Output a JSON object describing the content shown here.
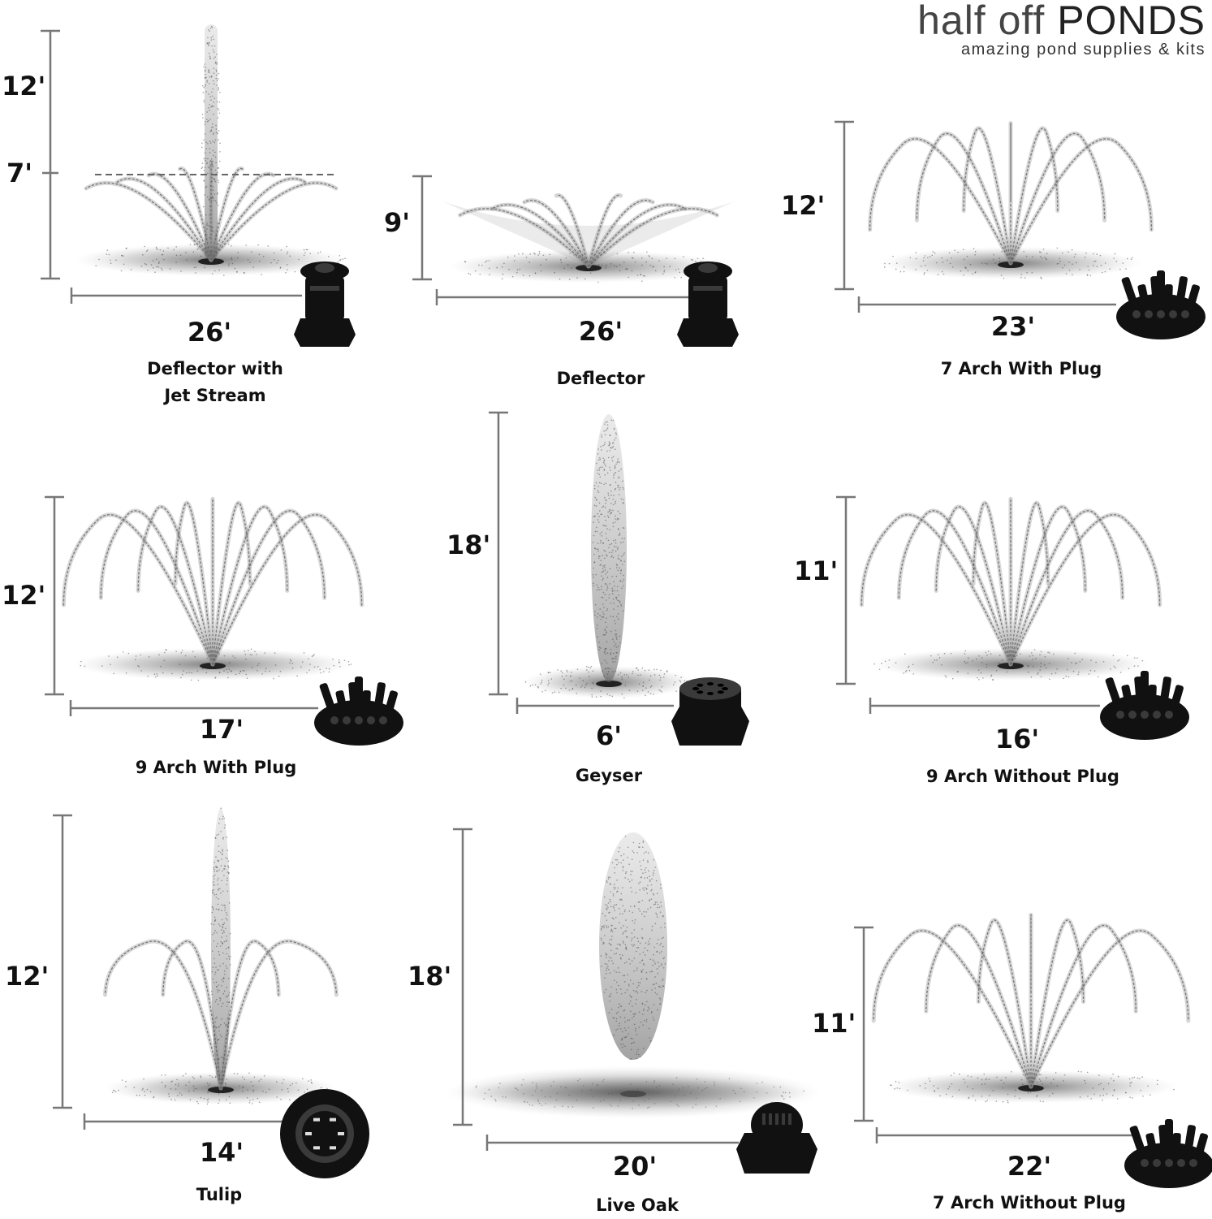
{
  "logo": {
    "brand_light": "half off",
    "brand_bold": "PONDS",
    "tagline": "amazing pond supplies & kits"
  },
  "nozzles": [
    {
      "name_line1": "Deflector with",
      "name_line2": "Jet Stream",
      "height": "12'",
      "secondary_height": "7'",
      "width": "26'",
      "pattern": "deflector-jet",
      "nozzle_icon": "deflector-nozzle-icon"
    },
    {
      "name_line1": "Deflector",
      "name_line2": "",
      "height": "9'",
      "width": "26'",
      "pattern": "deflector",
      "nozzle_icon": "deflector-nozzle-icon"
    },
    {
      "name_line1": "7 Arch With Plug",
      "name_line2": "",
      "height": "12'",
      "width": "23'",
      "pattern": "arch-7",
      "nozzle_icon": "multi-arch-nozzle-icon"
    },
    {
      "name_line1": "9 Arch With Plug",
      "name_line2": "",
      "height": "12'",
      "width": "17'",
      "pattern": "arch-9",
      "nozzle_icon": "multi-arch-nozzle-icon"
    },
    {
      "name_line1": "Geyser",
      "name_line2": "",
      "height": "18'",
      "width": "6'",
      "pattern": "geyser",
      "nozzle_icon": "geyser-nozzle-icon"
    },
    {
      "name_line1": "9 Arch Without Plug",
      "name_line2": "",
      "height": "11'",
      "width": "16'",
      "pattern": "arch-9",
      "nozzle_icon": "multi-arch-nozzle-icon"
    },
    {
      "name_line1": "Tulip",
      "name_line2": "",
      "height": "12'",
      "width": "14'",
      "pattern": "tulip",
      "nozzle_icon": "tulip-nozzle-icon"
    },
    {
      "name_line1": "Live Oak",
      "name_line2": "",
      "height": "18'",
      "width": "20'",
      "pattern": "live-oak",
      "nozzle_icon": "live-oak-nozzle-icon"
    },
    {
      "name_line1": "7 Arch Without Plug",
      "name_line2": "",
      "height": "11'",
      "width": "22'",
      "pattern": "arch-7-wide",
      "nozzle_icon": "multi-arch-nozzle-icon"
    }
  ]
}
